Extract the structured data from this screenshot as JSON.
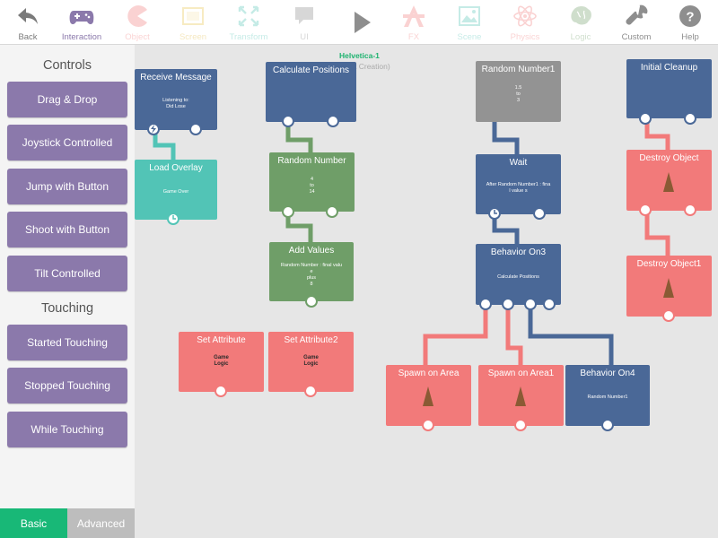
{
  "colors": {
    "accent_green": "#18b877",
    "sidebar_button": "#8b79ab",
    "event_blue": "#4a6897",
    "teal": "#52c4b6",
    "math_green": "#6f9e68",
    "gray": "#939393",
    "action_red": "#f27a7a"
  },
  "toolbar": [
    {
      "label": "Back",
      "icon": "back-arrow-icon",
      "active": true
    },
    {
      "label": "Interaction",
      "icon": "gamepad-icon",
      "active": true,
      "selected": true
    },
    {
      "label": "Object",
      "icon": "pacman-icon",
      "active": false
    },
    {
      "label": "Screen",
      "icon": "screen-icon",
      "active": false
    },
    {
      "label": "Transform",
      "icon": "transform-icon",
      "active": false
    },
    {
      "label": "UI",
      "icon": "speech-bubble-icon",
      "active": false
    },
    {
      "label": "",
      "icon": "play-icon",
      "active": true
    },
    {
      "label": "FX",
      "icon": "fx-icon",
      "active": false
    },
    {
      "label": "Scene",
      "icon": "image-icon",
      "active": false
    },
    {
      "label": "Physics",
      "icon": "atom-icon",
      "active": false
    },
    {
      "label": "Logic",
      "icon": "brain-icon",
      "active": false
    },
    {
      "label": "Custom",
      "icon": "wrench-icon",
      "active": true
    },
    {
      "label": "Help",
      "icon": "help-icon",
      "active": true
    }
  ],
  "sidebar": {
    "controls_heading": "Controls",
    "controls": [
      "Drag & Drop",
      "Joystick Controlled",
      "Jump with Button",
      "Shoot with Button",
      "Tilt Controlled"
    ],
    "touching_heading": "Touching",
    "touching": [
      "Started Touching",
      "Stopped Touching",
      "While Touching"
    ],
    "tabs": {
      "basic": "Basic",
      "advanced": "Advanced"
    }
  },
  "canvas": {
    "actor_title": "Helvetica-1",
    "actor_subtitle": "t Creation)",
    "blocks": [
      {
        "id": "receive-message",
        "title": "Receive Message",
        "body": "Listening to:\nDid Lose",
        "dark": false,
        "icon": "cone-icon-none"
      },
      {
        "id": "load-overlay",
        "title": "Load Overlay",
        "body": "Game Over",
        "dark": false
      },
      {
        "id": "calculate-positions",
        "title": "Calculate Positions",
        "body": "",
        "dark": false
      },
      {
        "id": "random-number",
        "title": "Random Number",
        "body": "4\nto\n14",
        "dark": false
      },
      {
        "id": "add-values",
        "title": "Add Values",
        "body": "Random Number : final valu\ne\nplus\n8",
        "dark": false
      },
      {
        "id": "set-attribute",
        "title": "Set Attribute",
        "body": "Game\nLogic",
        "dark": true
      },
      {
        "id": "set-attribute2",
        "title": "Set Attribute2",
        "body": "Game\nLogic",
        "dark": true
      },
      {
        "id": "random-number1",
        "title": "Random Number1",
        "body": "1.5\nto\n3",
        "dark": false
      },
      {
        "id": "wait",
        "title": "Wait",
        "body": "After Random Number1 : fina\nl value s",
        "dark": false
      },
      {
        "id": "behavior-on3",
        "title": "Behavior On3",
        "body": "Calculate Positions",
        "dark": false
      },
      {
        "id": "spawn-on-area",
        "title": "Spawn on Area",
        "body": "",
        "dark": false
      },
      {
        "id": "spawn-on-area1",
        "title": "Spawn on Area1",
        "body": "",
        "dark": false
      },
      {
        "id": "behavior-on4",
        "title": "Behavior On4",
        "body": "Random Number1",
        "dark": false
      },
      {
        "id": "initial-cleanup",
        "title": "Initial Cleanup",
        "body": "",
        "dark": false
      },
      {
        "id": "destroy-object",
        "title": "Destroy Object",
        "body": "",
        "dark": false
      },
      {
        "id": "destroy-object1",
        "title": "Destroy Object1",
        "body": "",
        "dark": false
      }
    ]
  }
}
